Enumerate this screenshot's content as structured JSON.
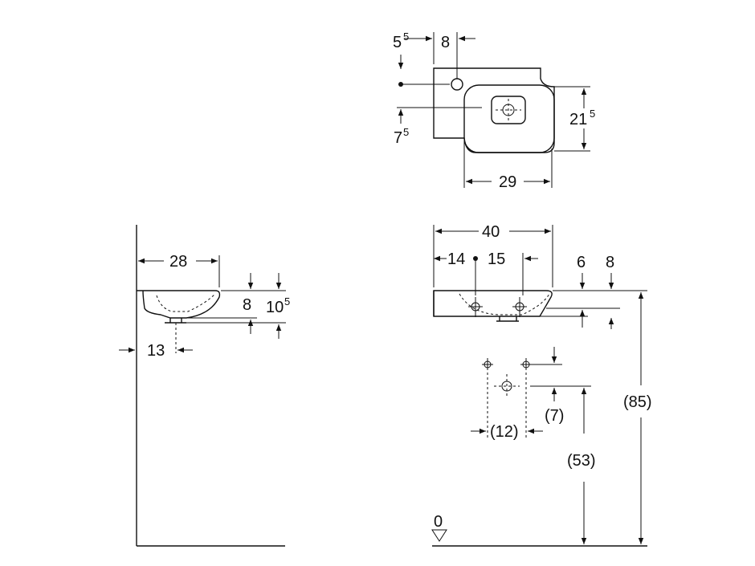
{
  "top_view": {
    "dim_offset_left": {
      "main": "5",
      "sup": "5"
    },
    "dim_tap_offset": "8",
    "dim_depth": {
      "main": "21",
      "sup": "5"
    },
    "dim_bowl_width": "29",
    "dim_tap_vertical": {
      "main": "7",
      "sup": "5"
    }
  },
  "side_view": {
    "dim_projection": "28",
    "dim_rim_height": "8",
    "dim_total_height": {
      "main": "10",
      "sup": "5"
    },
    "dim_drain_offset": "13"
  },
  "front_view": {
    "dim_overall_width": "40",
    "dim_left_tap": "14",
    "dim_tap_spacing": "15",
    "dim_rim_a": "6",
    "dim_rim_b": "8",
    "dim_supply_spacing": "(12)",
    "dim_supply_offset": "(7)",
    "dim_supply_height": "(53)",
    "dim_mount_height": "(85)",
    "floor_level": "0"
  }
}
